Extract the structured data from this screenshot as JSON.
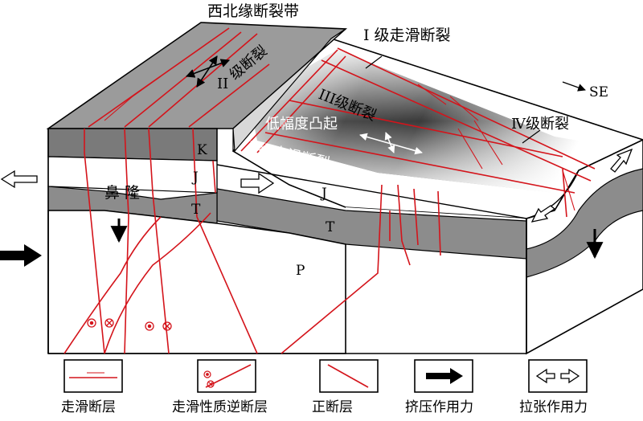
{
  "labels": {
    "northwest_fault_belt": "西北缘断裂带",
    "fault_level2_numeral": "II",
    "fault_level2_text": "级断裂",
    "strike_slip_level1_top": "I 级走滑断裂",
    "se_direction": "SE",
    "fault_level3": "III级断裂",
    "fault_level4": "Ⅳ级断裂",
    "low_amplitude_uplift": "低幅度凸起",
    "strike_slip_level1_mid": "I 级走滑断裂",
    "bi_uplift": "鼻   隆",
    "strata_K": "K",
    "strata_J_left": "J",
    "strata_T_left": "T",
    "strata_J_right": "J",
    "strata_T_right": "T",
    "strata_P": "P"
  },
  "legend": {
    "strike_slip_fault": "走滑断层",
    "strike_slip_reverse_fault": "走滑性质逆断层",
    "normal_fault": "正断层",
    "compressive_force": "挤压作用力",
    "tensional_force": "拉张作用力"
  },
  "colors": {
    "fault_line": "#d4141b",
    "top_surface_gray": "#9e9e9e",
    "dark_layer": "#7a7a7a",
    "outline": "#000000"
  },
  "icons": {
    "compression": "solid-black-arrow-icon",
    "tension": "double-hollow-arrow-icon",
    "dot_cross": "circle-dot-circle-cross-icon"
  }
}
